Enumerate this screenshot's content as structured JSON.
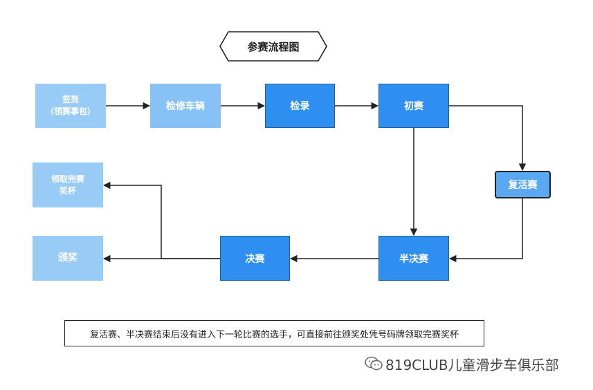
{
  "title": "参赛流程图",
  "nodes": {
    "signin": "签到\n（领赛事包）",
    "repair": "检修车辆",
    "checkin": "检录",
    "prelim": "初赛",
    "revival": "复活赛",
    "semifinal": "半决赛",
    "final": "决赛",
    "award": "颁奖",
    "trophy": "领取完赛\n奖杯"
  },
  "note": "复活赛、半决赛结束后没有进入下一轮比赛的选手，可直接前往颁奖处凭号码牌领取完赛奖杯",
  "watermark": "819CLUB儿童滑步车俱乐部",
  "colors": {
    "light": "#99cbf7",
    "dark": "#2f8ff0",
    "retry": "#5aa8f2",
    "arrow": "#222222"
  }
}
